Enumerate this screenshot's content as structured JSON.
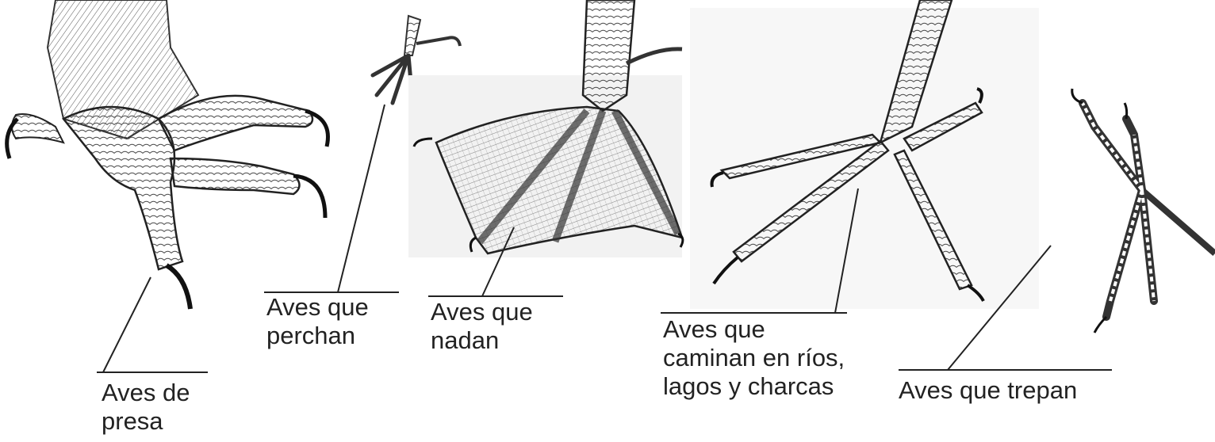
{
  "colors": {
    "ink": "#2a2a2a",
    "text": "#222222",
    "paper": "#ffffff",
    "panel": "#f4f4f4"
  },
  "labels": {
    "prey": {
      "lines": [
        "Aves de",
        "presa"
      ]
    },
    "perch": {
      "lines": [
        "Aves que",
        "perchan"
      ]
    },
    "swim": {
      "lines": [
        "Aves que",
        "nadan"
      ]
    },
    "wade": {
      "lines": [
        "Aves que",
        "caminan en ríos,",
        "lagos y charcas"
      ]
    },
    "climb": {
      "lines": [
        "Aves que trepan"
      ]
    }
  },
  "illustrations": [
    {
      "name": "raptor-foot-icon"
    },
    {
      "name": "perching-foot-icon"
    },
    {
      "name": "webbed-foot-icon"
    },
    {
      "name": "wading-foot-icon"
    },
    {
      "name": "climbing-foot-icon"
    }
  ]
}
